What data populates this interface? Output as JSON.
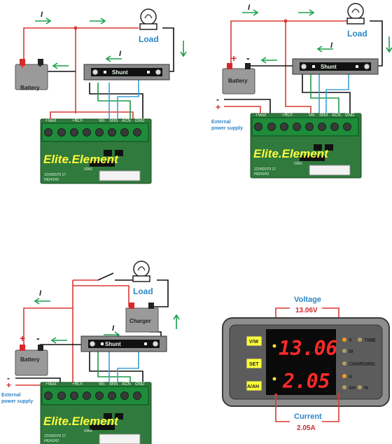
{
  "labels": {
    "load": "Load",
    "battery": "Battery",
    "shunt": "Shunt",
    "charger": "Charger",
    "current_symbol": "I",
    "external_power_supply_line1": "External",
    "external_power_supply_line2": "power supply",
    "plus": "+",
    "minus": "-"
  },
  "pcb": {
    "brand": "Elite.Element",
    "header_labels": [
      "+Vext",
      "+RLY-",
      "Vin",
      "SNS",
      "ACN",
      "GND"
    ],
    "small_text_1": "ISNS",
    "small_text_2": "12V6D1P3 17",
    "small_text_3": "H6241H2"
  },
  "meter": {
    "voltage_label": "Voltage",
    "voltage_reading": "13.06V",
    "display_top": "13.06",
    "display_bottom": "2.05",
    "current_label": "Current",
    "current_reading": "2.05A",
    "buttons": [
      "V/W",
      "SET",
      "A/AH"
    ],
    "indicators": [
      "V",
      "TIME",
      "W",
      "CHARGING",
      "A",
      "AH",
      "%"
    ]
  },
  "colors": {
    "wire_red": "#d93a34",
    "wire_black": "#111111",
    "wire_green": "#1e9a4a",
    "wire_blue": "#3aa0d8",
    "arrow_green": "#1aa04b",
    "pcb_green": "#2f7a3c",
    "label_blue": "#2e86c8",
    "led_red": "#ff2a2a"
  }
}
